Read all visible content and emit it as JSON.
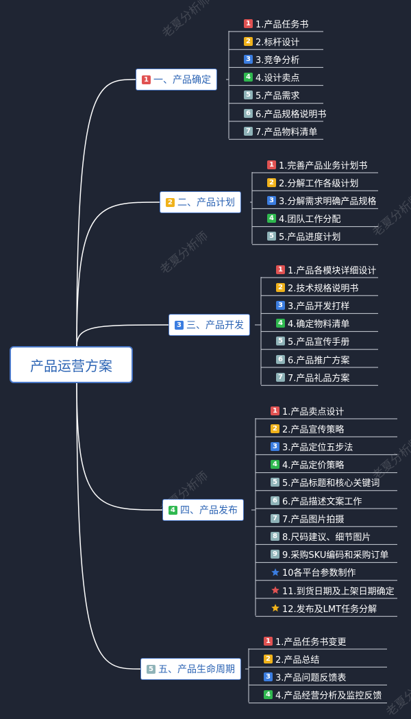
{
  "root": "产品运营方案",
  "watermark": "老夏分析师",
  "colors": {
    "background": "#1f2533",
    "line": "#ffffff",
    "badge1": "#e05252",
    "badge2": "#f0b21b",
    "badge3": "#3b7de0",
    "badge4": "#2fb84f",
    "badge5": "#8fb3b8",
    "badge6": "#8fb3b8",
    "badge7": "#8fb3b8",
    "badge8": "#8fb3b8",
    "badge9": "#8fb3b8",
    "star_blue": "#3b7de0",
    "star_red": "#e05252",
    "star_orange": "#f0b21b"
  },
  "branches": [
    {
      "num": "1",
      "label": "一、产品确定",
      "children": [
        {
          "badge": "1",
          "text": "1.产品任务书"
        },
        {
          "badge": "2",
          "text": "2.标杆设计"
        },
        {
          "badge": "3",
          "text": "3.竞争分析"
        },
        {
          "badge": "4",
          "text": "4.设计卖点"
        },
        {
          "badge": "5",
          "text": "5.产品需求"
        },
        {
          "badge": "6",
          "text": "6.产品规格说明书"
        },
        {
          "badge": "7",
          "text": "7.产品物料清单"
        }
      ]
    },
    {
      "num": "2",
      "label": "二、产品计划",
      "children": [
        {
          "badge": "1",
          "text": "1.完善产品业务计划书"
        },
        {
          "badge": "2",
          "text": "2.分解工作各级计划"
        },
        {
          "badge": "3",
          "text": "3.分解需求明确产品规格"
        },
        {
          "badge": "4",
          "text": "4.团队工作分配"
        },
        {
          "badge": "5",
          "text": "5.产品进度计划"
        }
      ]
    },
    {
      "num": "3",
      "label": "三、产品开发",
      "children": [
        {
          "badge": "1",
          "text": "1.产品各模块详细设计"
        },
        {
          "badge": "2",
          "text": "2.技术规格说明书"
        },
        {
          "badge": "3",
          "text": "3.产品开发打样"
        },
        {
          "badge": "4",
          "text": "4.确定物料清单"
        },
        {
          "badge": "5",
          "text": "5.产品宣传手册"
        },
        {
          "badge": "6",
          "text": "6.产品推广方案"
        },
        {
          "badge": "7",
          "text": "7.产品礼品方案"
        }
      ]
    },
    {
      "num": "4",
      "label": "四、产品发布",
      "children": [
        {
          "badge": "1",
          "text": "1.产品卖点设计"
        },
        {
          "badge": "2",
          "text": "2.产品宣传策略"
        },
        {
          "badge": "3",
          "text": "3.产品定位五步法"
        },
        {
          "badge": "4",
          "text": "4.产品定价策略"
        },
        {
          "badge": "5",
          "text": "5.产品标题和核心关键词"
        },
        {
          "badge": "6",
          "text": "6.产品描述文案工作"
        },
        {
          "badge": "7",
          "text": "7.产品图片拍摄"
        },
        {
          "badge": "8",
          "text": "8.尺码建议、细节图片"
        },
        {
          "badge": "9",
          "text": "9.采购SKU编码和采购订单"
        },
        {
          "badge": "star_blue",
          "text": "10各平台参数制作"
        },
        {
          "badge": "star_red",
          "text": "11.到货日期及上架日期确定"
        },
        {
          "badge": "star_orange",
          "text": "12.发布及LMT任务分解"
        }
      ]
    },
    {
      "num": "5",
      "label": "五、产品生命周期",
      "children": [
        {
          "badge": "1",
          "text": "1.产品任务书变更"
        },
        {
          "badge": "2",
          "text": "2.产品总结"
        },
        {
          "badge": "3",
          "text": "3.产品问题反馈表"
        },
        {
          "badge": "4",
          "text": "4.产品经营分析及监控反馈"
        }
      ]
    }
  ]
}
